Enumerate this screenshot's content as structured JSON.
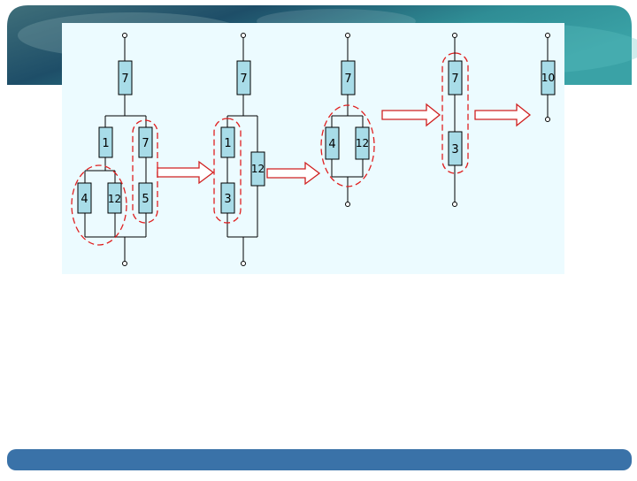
{
  "colors": {
    "panel_bg": "#ecfbff",
    "resistor_fill": "#a8dce8",
    "wire": "#000000",
    "highlight": "#e02020",
    "arrow": "#d02020",
    "banner_dark": "#1f4a6a",
    "banner_teal": "#2b8e96",
    "footer_bar": "#3a72a8"
  },
  "stage1": {
    "top": "7",
    "mid_left": "1",
    "mid_right": "7",
    "bottom_left_a": "4",
    "bottom_left_b": "12",
    "bottom_right": "5"
  },
  "stage2": {
    "top": "7",
    "left_top": "1",
    "left_bottom": "3",
    "right": "12"
  },
  "stage3": {
    "top": "7",
    "left": "4",
    "right": "12"
  },
  "stage4": {
    "top": "7",
    "bottom": "3"
  },
  "stage5": {
    "result": "10"
  }
}
